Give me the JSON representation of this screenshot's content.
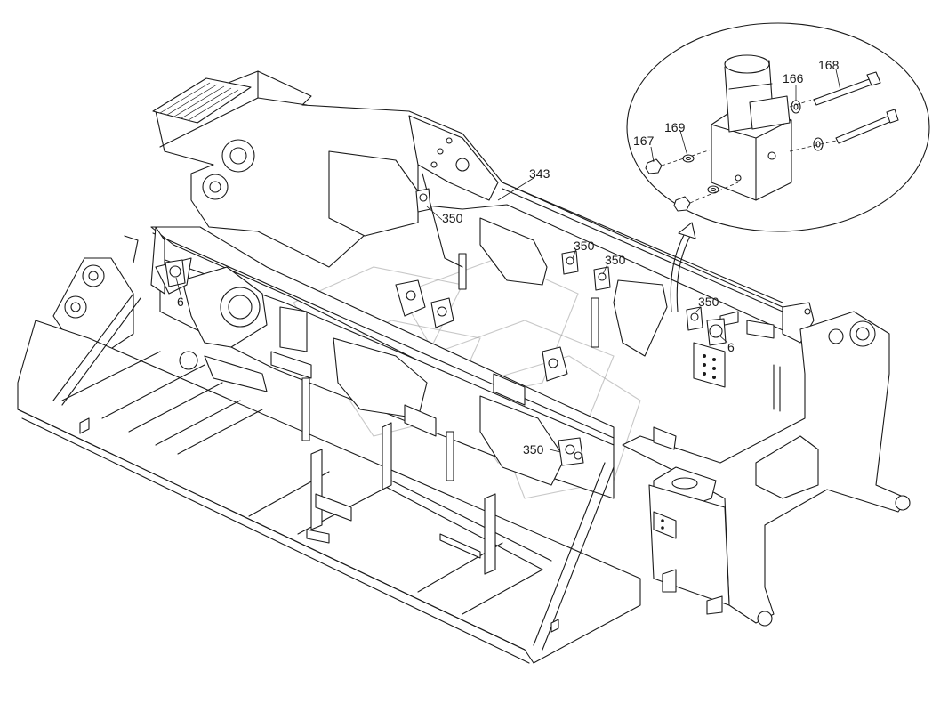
{
  "callouts": [
    {
      "id": "343",
      "label": "343"
    },
    {
      "id": "350a",
      "label": "350"
    },
    {
      "id": "350b",
      "label": "350"
    },
    {
      "id": "350c",
      "label": "350"
    },
    {
      "id": "350d",
      "label": "350"
    },
    {
      "id": "350e",
      "label": "350"
    },
    {
      "id": "6a",
      "label": "6"
    },
    {
      "id": "6b",
      "label": "6"
    },
    {
      "id": "167",
      "label": "167"
    },
    {
      "id": "169",
      "label": "169"
    },
    {
      "id": "166",
      "label": "166"
    },
    {
      "id": "168",
      "label": "168"
    }
  ],
  "colors": {
    "line": "#1a1a1a",
    "background": "#ffffff",
    "watermark": "#9a9a9a"
  }
}
